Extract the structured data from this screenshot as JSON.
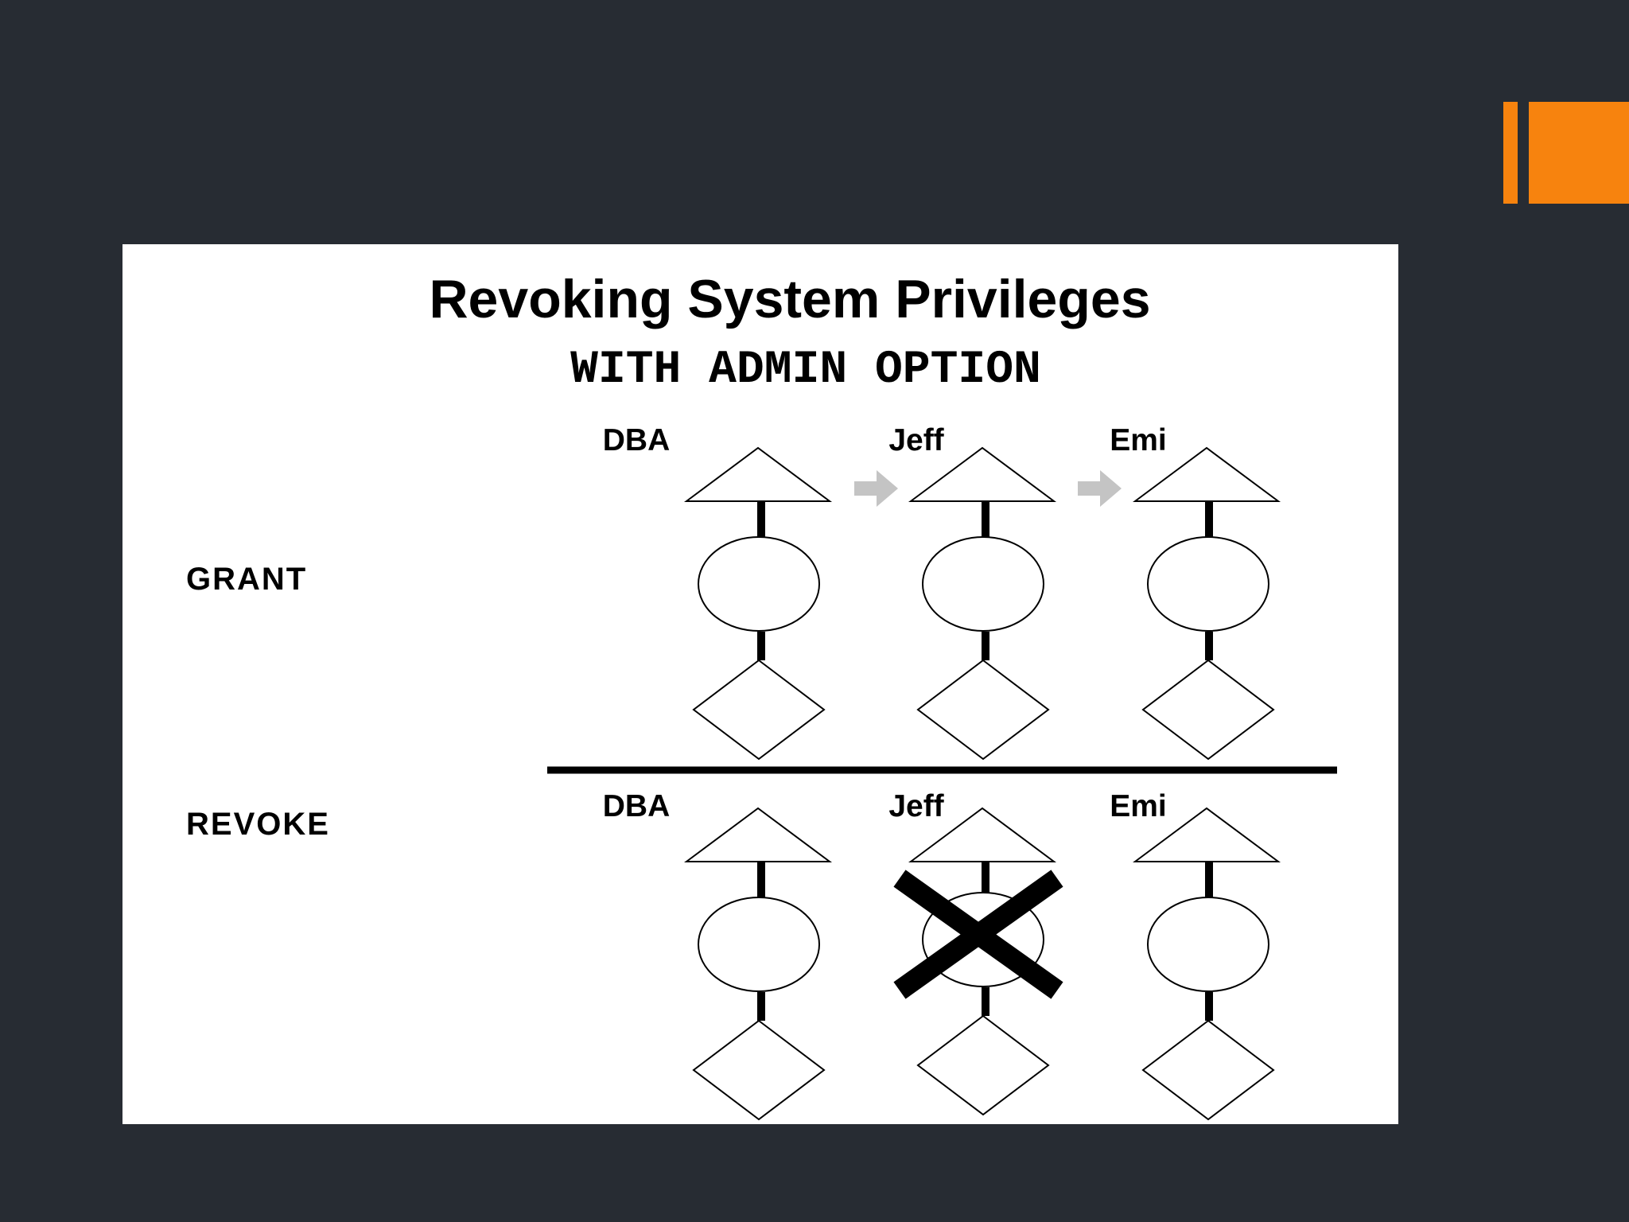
{
  "slide": {
    "accent_color": "#f7830e",
    "background_color": "#272c33"
  },
  "diagram": {
    "title": "Revoking System Privileges",
    "subtitle": "WITH ADMIN OPTION",
    "rows": {
      "grant": {
        "label": "GRANT",
        "nodes": [
          "DBA",
          "Jeff",
          "Emi"
        ],
        "revoked_node": null
      },
      "revoke": {
        "label": "REVOKE",
        "nodes": [
          "DBA",
          "Jeff",
          "Emi"
        ],
        "revoked_node": "Jeff"
      }
    },
    "grant_arrows": [
      "DBA → Jeff",
      "Jeff → Emi"
    ]
  }
}
